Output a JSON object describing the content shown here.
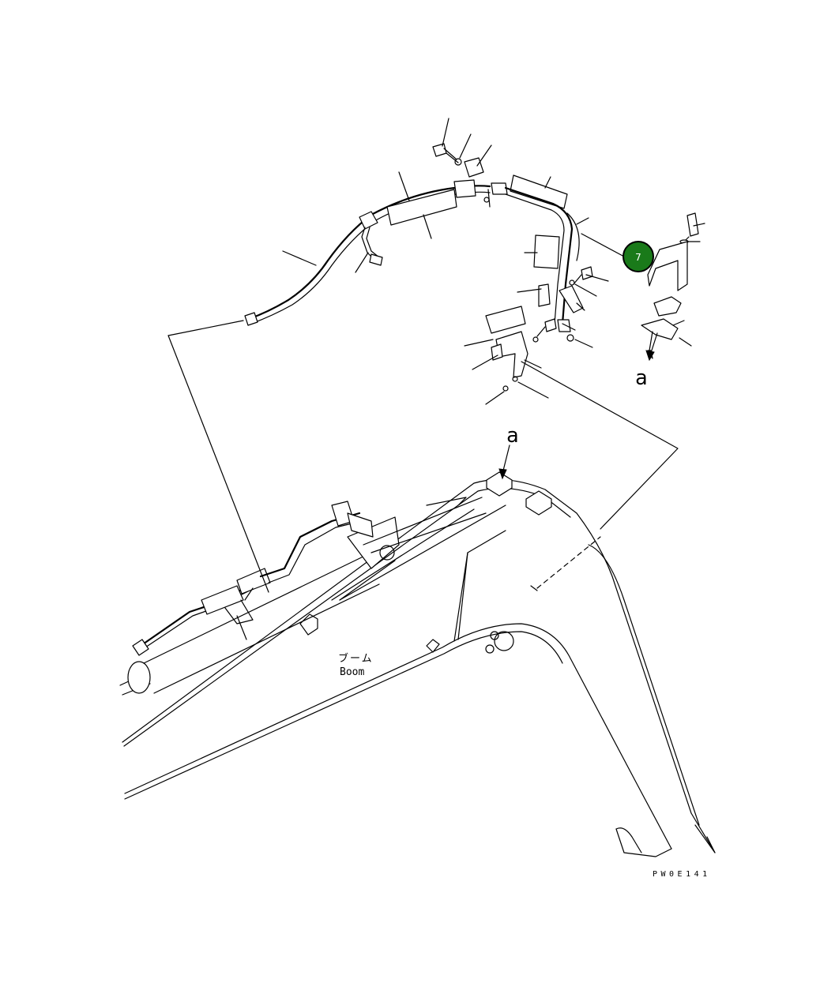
{
  "diagram": {
    "callout_letter_top": "a",
    "callout_letter_boom": "a",
    "part_label_jp": "ブーム",
    "part_label_en": "Boom",
    "drawing_code": "PW0E141",
    "highlight_badge": {
      "number": "7",
      "color": "#1a7a1a"
    }
  }
}
